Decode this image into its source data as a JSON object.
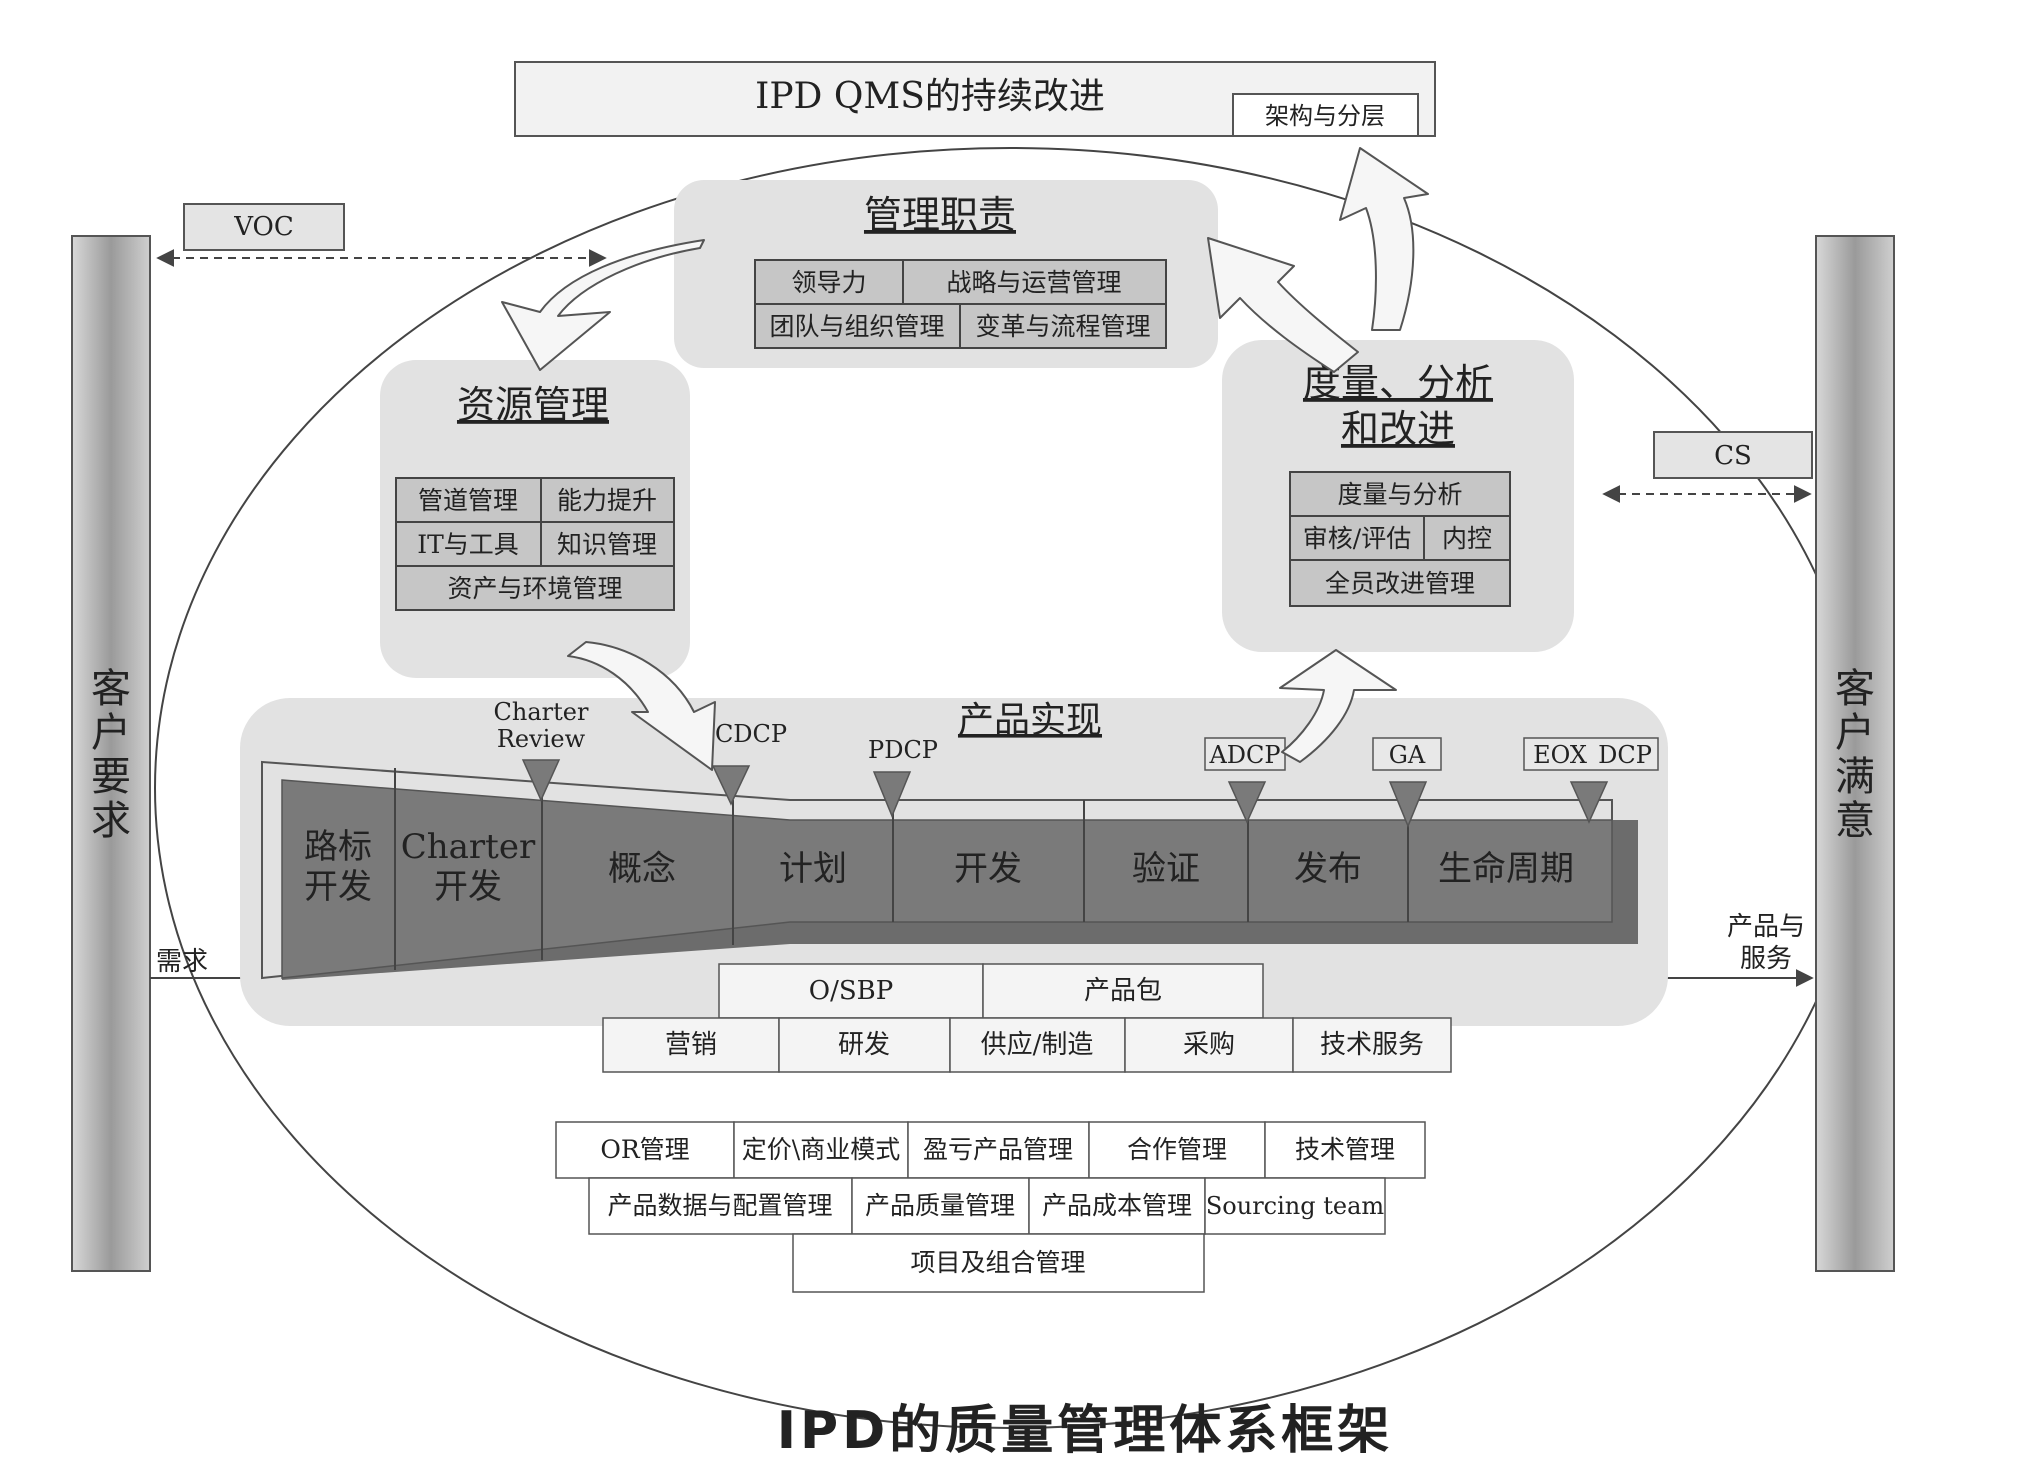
{
  "top_banner": {
    "title": "IPD QMS的持续改进",
    "sub": "架构与分层"
  },
  "left_pillar": {
    "label": "客户要求",
    "tag": "VOC",
    "input": "需求"
  },
  "right_pillar": {
    "label": "客户满意",
    "tag": "CS",
    "output": "产品与服务"
  },
  "mgmt": {
    "title": "管理职责",
    "cells": [
      "领导力",
      "战略与运营管理",
      "团队与组织管理",
      "变革与流程管理"
    ]
  },
  "resource": {
    "title": "资源管理",
    "cells": [
      "管道管理",
      "能力提升",
      "IT与工具",
      "知识管理",
      "资产与环境管理"
    ]
  },
  "measure": {
    "title_line1": "度量、分析",
    "title_line2": "和改进",
    "cells": [
      "度量与分析",
      "审核/评估",
      "内控",
      "全员改进管理"
    ]
  },
  "product": {
    "title": "产品实现",
    "phases": [
      "路标开发",
      "Charter开发",
      "概念",
      "计划",
      "开发",
      "验证",
      "发布",
      "生命周期"
    ],
    "phase_lines": [
      [
        "路标",
        "开发"
      ],
      [
        "Charter",
        "开发"
      ],
      [
        "概念"
      ],
      [
        "计划"
      ],
      [
        "开发"
      ],
      [
        "验证"
      ],
      [
        "发布"
      ],
      [
        "生命周期"
      ]
    ],
    "checkpoints": [
      {
        "label_line1": "Charter",
        "label_line2": "Review",
        "boxed": false
      },
      {
        "label_line1": "CDCP",
        "label_line2": "",
        "boxed": false
      },
      {
        "label_line1": "PDCP",
        "label_line2": "",
        "boxed": false
      },
      {
        "label_line1": "ADCP",
        "label_line2": "",
        "boxed": true
      },
      {
        "label_line1": "GA",
        "label_line2": "",
        "boxed": true
      },
      {
        "label_line1": "EOX",
        "label_line2": "DCP",
        "boxed": true
      }
    ],
    "support_row1": [
      "O/SBP",
      "产品包"
    ],
    "support_row2": [
      "营销",
      "研发",
      "供应/制造",
      "采购",
      "技术服务"
    ]
  },
  "bottom_tables": {
    "row1": [
      "OR管理",
      "定价\\商业模式",
      "盈亏产品管理",
      "合作管理",
      "技术管理"
    ],
    "row2": [
      "产品数据与配置管理",
      "产品质量管理",
      "产品成本管理",
      "Sourcing team"
    ],
    "row3": [
      "项目及组合管理"
    ]
  },
  "caption": "IPD的质量管理体系框架",
  "colors": {
    "box_fill": "#e2e2e2",
    "cell_fill": "#c6c6c6",
    "pipeline_fill": "#6c6c6c",
    "pillar": "#a8a8a8",
    "line": "#444444"
  }
}
